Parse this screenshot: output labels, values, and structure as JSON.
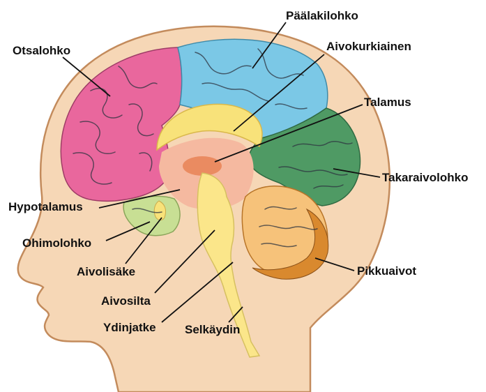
{
  "colors": {
    "skin": "#f6d7b6",
    "skin_outline": "#c38b5c",
    "frontal": "#e9679d",
    "parietal": "#7bc8e6",
    "occipital": "#4f9a64",
    "temporal": "#c8df94",
    "cerebellum": "#f6c27a",
    "cerebellum_dark": "#d9892e",
    "corpus_callosum": "#f8e27a",
    "deep": "#f5b9a0",
    "brainstem": "#fbe68a",
    "thalamus": "#e9865a",
    "leader_line": "#111111"
  },
  "labels": {
    "frontal_lobe": "Otsalohko",
    "parietal_lobe": "Päälakilohko",
    "corpus_callosum": "Aivokurkiainen",
    "thalamus": "Talamus",
    "occipital_lobe": "Takaraivolohko",
    "hypothalamus": "Hypotalamus",
    "temporal_lobe": "Ohimolohko",
    "pituitary": "Aivolisäke",
    "pons": "Aivosilta",
    "medulla": "Ydinjatke",
    "spinal_cord": "Selkäydin",
    "cerebellum": "Pikkuaivot"
  }
}
